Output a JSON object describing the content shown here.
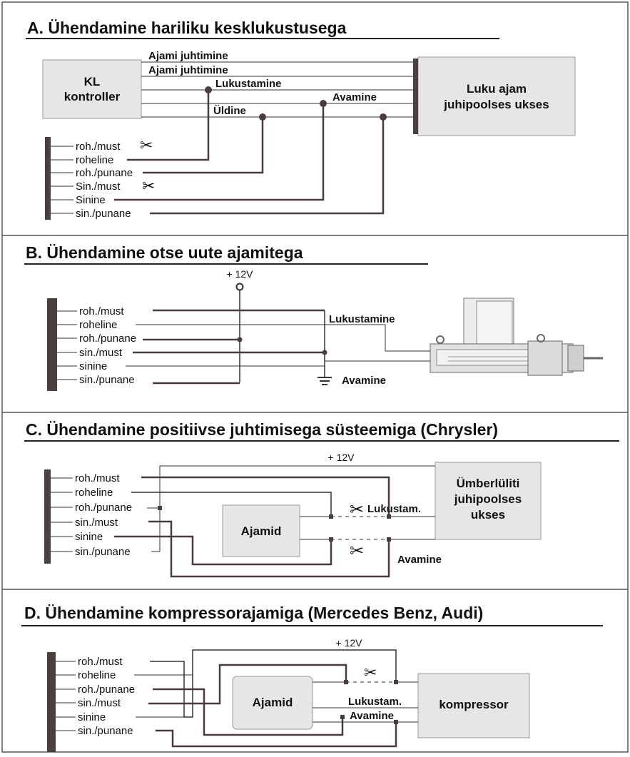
{
  "sections": {
    "A": {
      "title": "A. Ühendamine hariliku kesklukustusega",
      "kl_line1": "KL",
      "kl_line2": "kontroller",
      "ajam_line1": "Luku ajam",
      "ajam_line2": "juhipoolses ukses",
      "ajami_1": "Ajami juhtimine",
      "ajami_2": "Ajami juhtimine",
      "lukustamine": "Lukustamine",
      "avamine": "Avamine",
      "uldine": "Üldine",
      "wires": [
        "roh./must",
        "roheline",
        "roh./punane",
        "Sin./must",
        "Sinine",
        "sin./punane"
      ]
    },
    "B": {
      "title": "B. Ühendamine otse uute ajamitega",
      "v12": "+ 12V",
      "lukustamine": "Lukustamine",
      "avamine": "Avamine",
      "wires": [
        "roh./must",
        "roheline",
        "roh./punane",
        "sin./must",
        "sinine",
        "sin./punane"
      ]
    },
    "C": {
      "title": "C. Ühendamine positiivse juhtimisega süsteemiga (Chrysler)",
      "v12": "+ 12V",
      "ajamid": "Ajamid",
      "switch_line1": "Ümberlüliti",
      "switch_line2": "juhipoolses",
      "switch_line3": "ukses",
      "lukustam": "Lukustam.",
      "avamine": "Avamine",
      "wires": [
        "roh./must",
        "roheline",
        "roh./punane",
        "sin./must",
        "sinine",
        "sin./punane"
      ]
    },
    "D": {
      "title": "D. Ühendamine kompressorajamiga (Mercedes Benz, Audi)",
      "v12": "+ 12V",
      "ajamid": "Ajamid",
      "kompressor": "kompressor",
      "lukustam": "Lukustam.",
      "avamine": "Avamine",
      "wires": [
        "roh./must",
        "roheline",
        "roh./punane",
        "sin./must",
        "sinine",
        "sin./punane"
      ]
    }
  },
  "colors": {
    "box_fill": "#e6e6e6",
    "connector": "#4a4040",
    "wire": "#333333",
    "thick_wire": "#4a3c3c"
  }
}
